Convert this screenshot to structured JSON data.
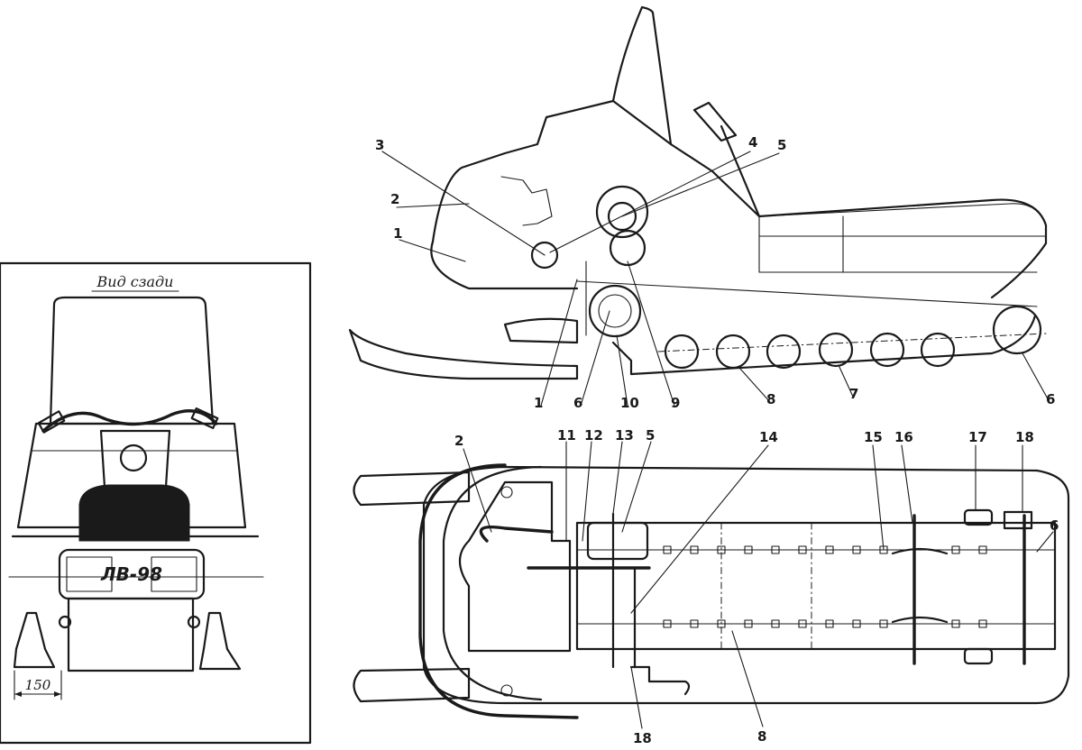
{
  "rear_view": {
    "title": "Вид сзади",
    "plate": "ЛВ-98",
    "dimension": "150"
  },
  "side_view": {
    "callouts": [
      "1",
      "2",
      "3",
      "4",
      "5",
      "1",
      "6",
      "10",
      "9",
      "8",
      "7",
      "6"
    ]
  },
  "top_view": {
    "callouts": [
      "2",
      "11",
      "12",
      "13",
      "5",
      "14",
      "15",
      "16",
      "17",
      "18",
      "6",
      "18",
      "8"
    ]
  },
  "colors": {
    "ink": "#1a1a1a",
    "paper": "#ffffff"
  }
}
